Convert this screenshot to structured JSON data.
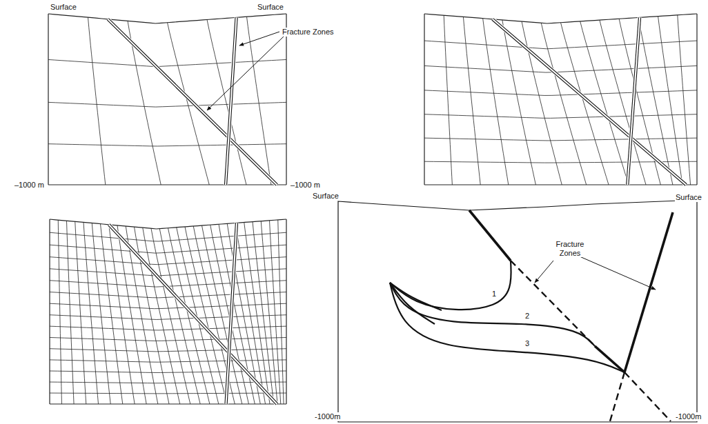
{
  "diagram": {
    "labels": [
      "Surface",
      "Surface",
      "Fracture Zones",
      "–1000 m",
      "–1000 m",
      "Surface",
      "Surface",
      "Fracture Zones",
      "1",
      "2",
      "3",
      "-1000m",
      "-1000m"
    ]
  }
}
